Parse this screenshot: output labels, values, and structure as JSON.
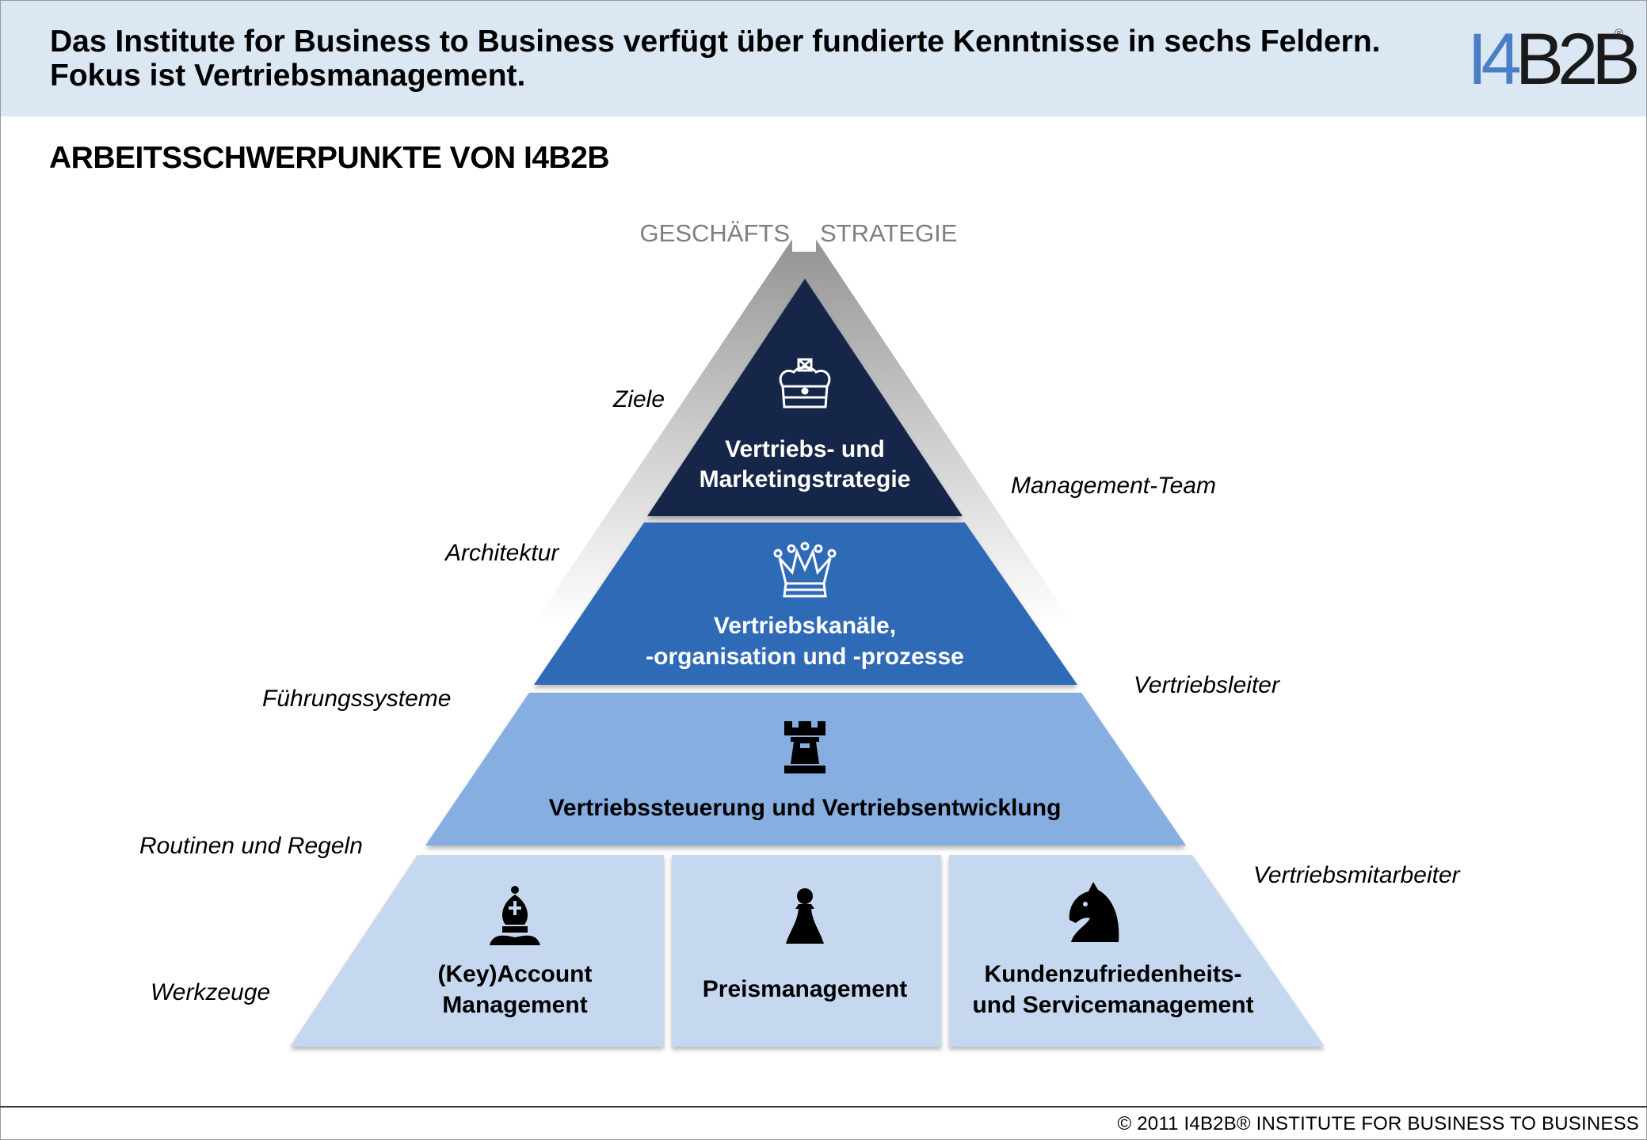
{
  "header": {
    "title": "Das Institute for Business to Business verfügt über fundierte Kenntnisse in sechs Feldern.\nFokus ist Vertriebsmanagement.",
    "logo": {
      "text_part1": "I4",
      "text_part2": "B2B",
      "registered": "®"
    }
  },
  "section_title": "ARBEITSSCHWERPUNKTE VON I4B2B",
  "apex": {
    "left": "GESCHÄFTS",
    "right": "STRATEGIE"
  },
  "pyramid": {
    "level1": {
      "line1": "Vertriebs- und",
      "line2": "Marketingstrategie",
      "icon": "chess-king-icon",
      "color": "#14284a"
    },
    "level2": {
      "line1": "Vertriebskanäle,",
      "line2": "-organisation und  -prozesse",
      "icon": "chess-queen-icon",
      "color": "#2e6ab5"
    },
    "level3": {
      "label": "Vertriebssteuerung und Vertriebsentwicklung",
      "icon": "chess-rook-icon",
      "color": "#86aee0"
    },
    "level4": [
      {
        "line1": "(Key)Account",
        "line2": "Management",
        "icon": "chess-bishop-icon"
      },
      {
        "line1": "Preismanagement",
        "line2": "",
        "icon": "chess-pawn-icon"
      },
      {
        "line1": "Kundenzufriedenheits-",
        "line2": "und Servicemanagement",
        "icon": "chess-knight-icon"
      }
    ],
    "level4_color": "#c5d8ef"
  },
  "left_labels": [
    "Ziele",
    "Architektur",
    "Führungssysteme",
    "Routinen und Regeln",
    "Werkzeuge"
  ],
  "right_labels": [
    "Management-Team",
    "Vertriebsleiter",
    "Vertriebsmitarbeiter"
  ],
  "footer": "© 2011 I4B2B® INSTITUTE FOR BUSINESS TO BUSINESS"
}
